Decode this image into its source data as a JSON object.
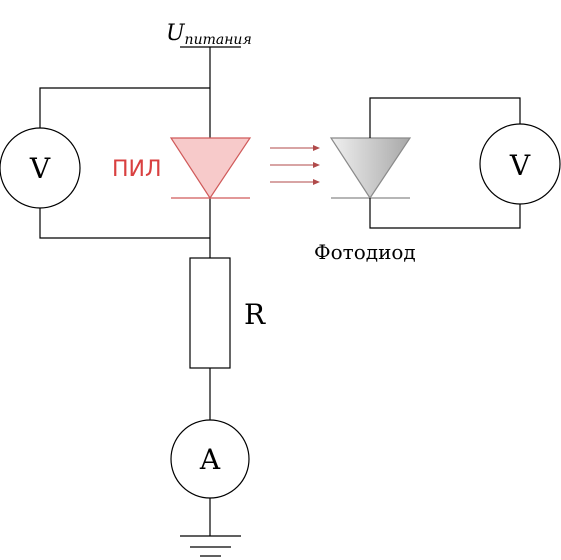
{
  "supply": {
    "symbol": "U",
    "subscript": "питания"
  },
  "pil_label": "ПИЛ",
  "photodiode_label": "Фотодиод",
  "resistor_label": "R",
  "voltmeter_left_label": "V",
  "voltmeter_right_label": "V",
  "ammeter_label": "A",
  "colors": {
    "wire": "#000000",
    "led_fill": "#f7caca",
    "led_stroke": "#d05a5a",
    "pil_text": "#d94040",
    "arrow": "#b04a4a",
    "photodiode_fill_light": "#f0f0f0",
    "photodiode_fill_dark": "#a8a8a8",
    "photodiode_stroke": "#8a8a8a"
  }
}
